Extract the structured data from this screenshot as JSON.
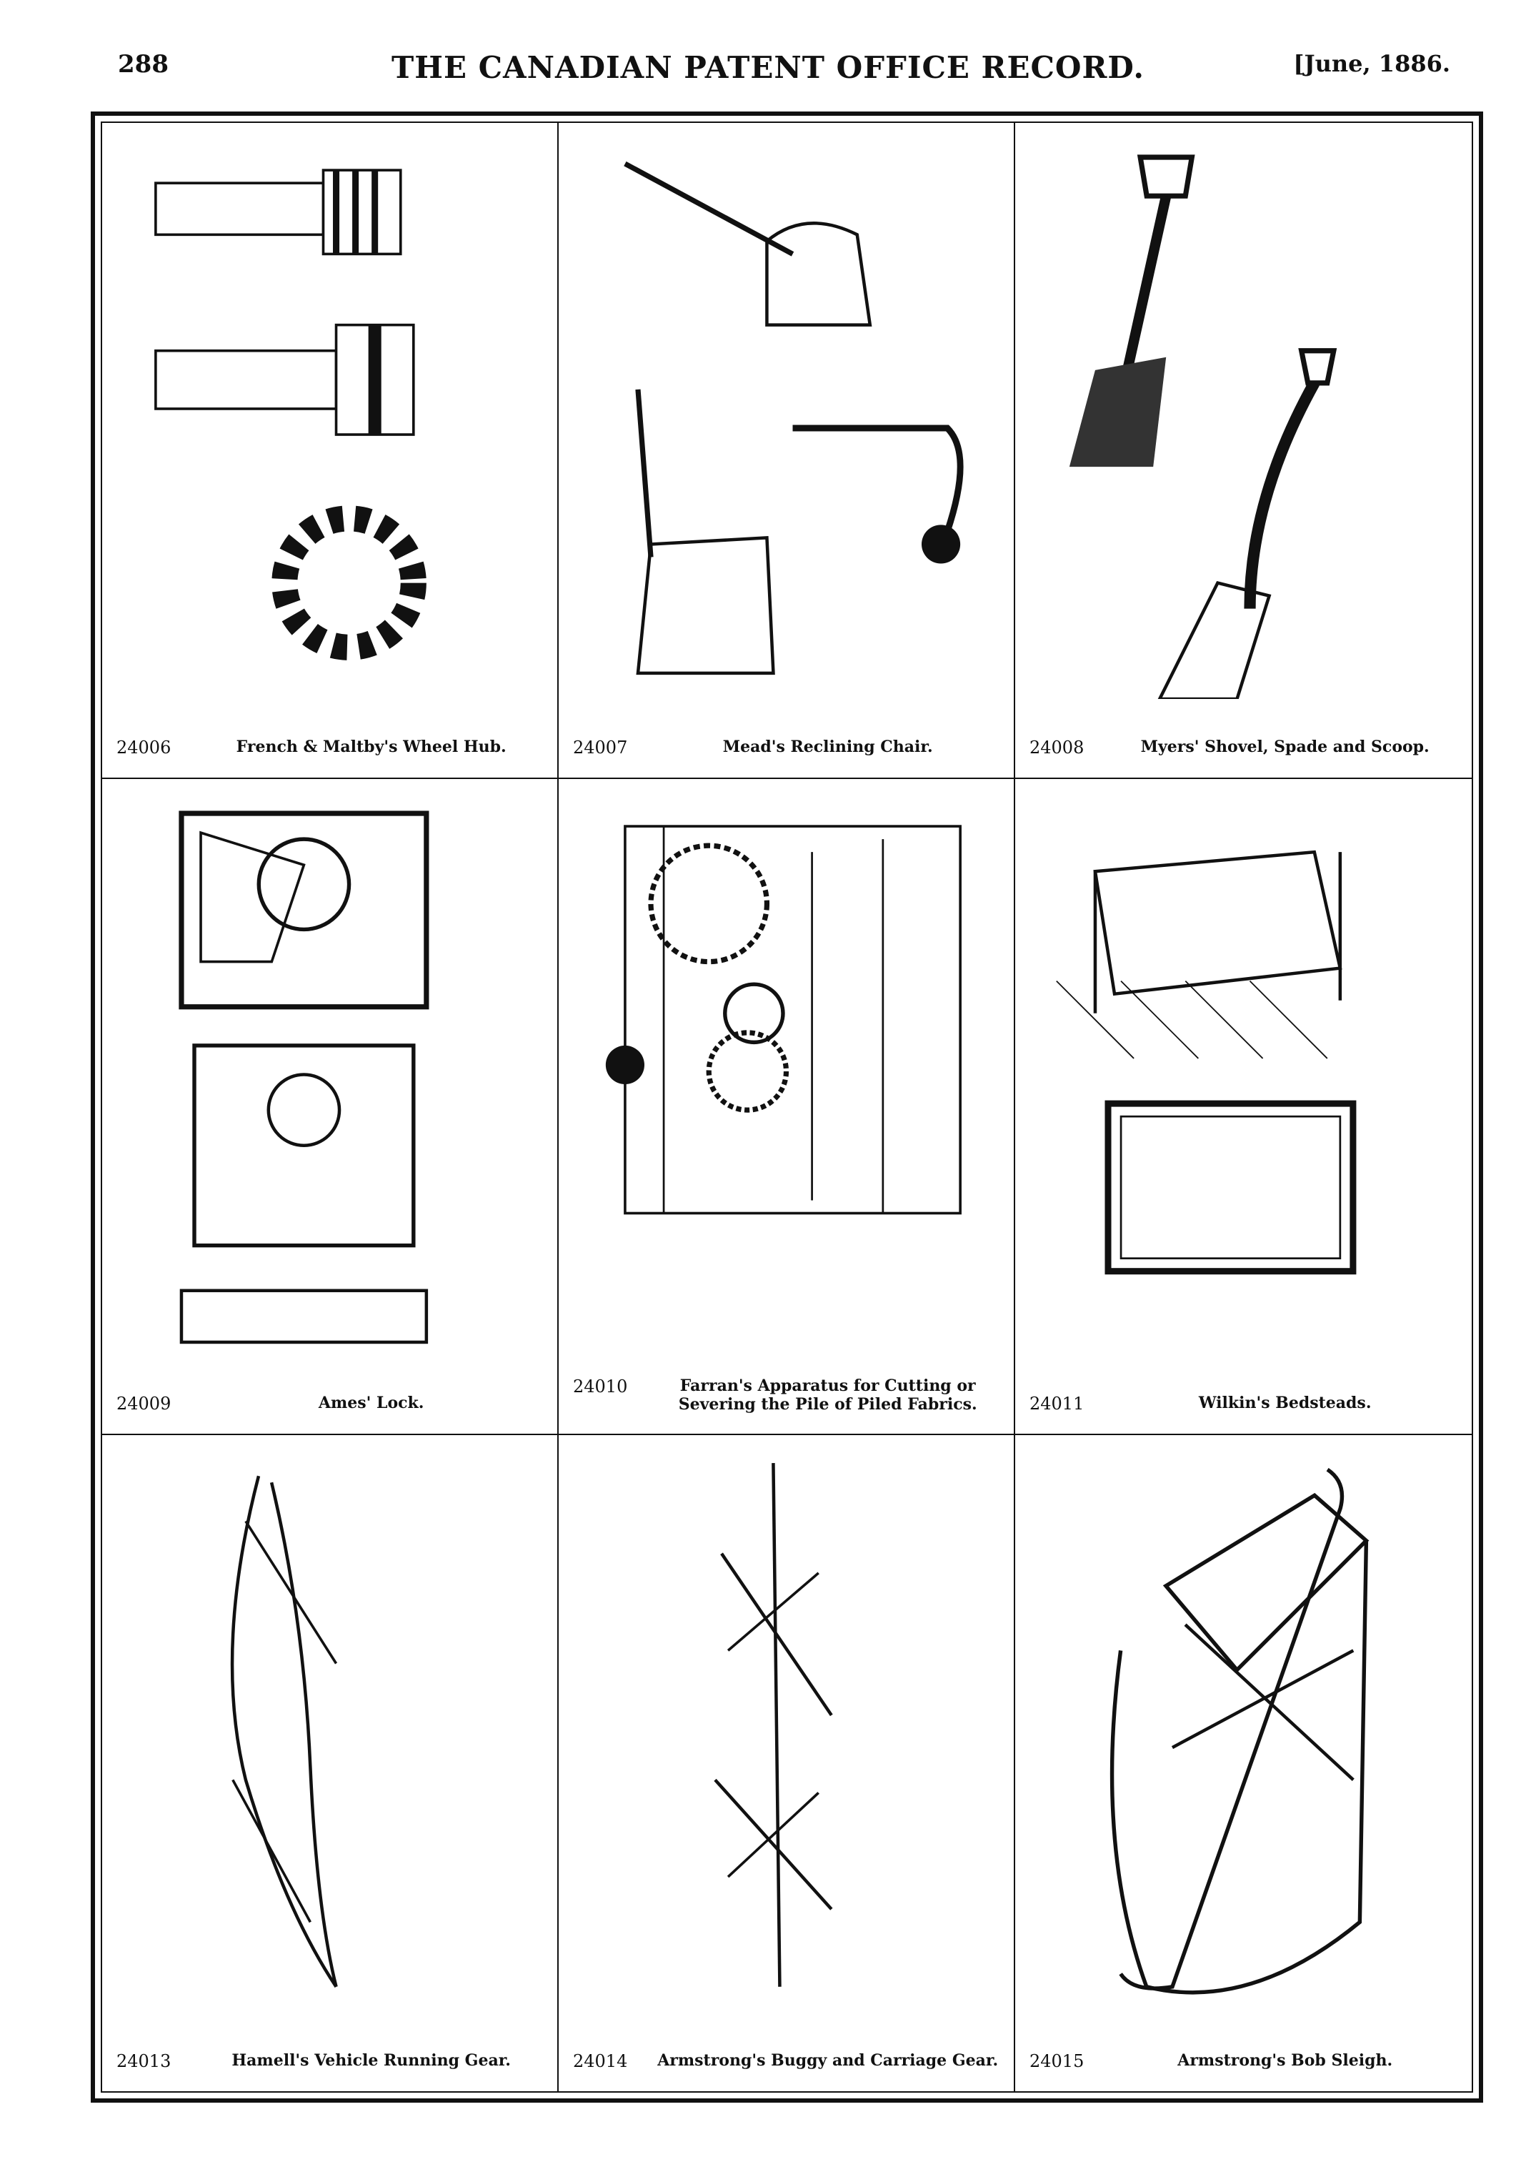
{
  "header": {
    "page_number": "288",
    "title": "THE CANADIAN PATENT OFFICE RECORD.",
    "date": "[June, 1886."
  },
  "patents": [
    {
      "number": "24006",
      "title": "French & Maltby's Wheel Hub.",
      "figure": "wheel-hub"
    },
    {
      "number": "24007",
      "title": "Mead's Reclining Chair.",
      "figure": "chair"
    },
    {
      "number": "24008",
      "title": "Myers' Shovel, Spade and Scoop.",
      "figure": "shovel"
    },
    {
      "number": "24009",
      "title": "Ames' Lock.",
      "figure": "lock"
    },
    {
      "number": "24010",
      "title": "Farran's Apparatus for Cutting or Severing the Pile of Piled Fabrics.",
      "figure": "machine"
    },
    {
      "number": "24011",
      "title": "Wilkin's Bedsteads.",
      "figure": "bedstead"
    },
    {
      "number": "24013",
      "title": "Hamell's Vehicle Running Gear.",
      "figure": "running-gear"
    },
    {
      "number": "24014",
      "title": "Armstrong's Buggy and Carriage Gear.",
      "figure": "carriage-gear"
    },
    {
      "number": "24015",
      "title": "Armstrong's Bob Sleigh.",
      "figure": "sleigh"
    }
  ]
}
